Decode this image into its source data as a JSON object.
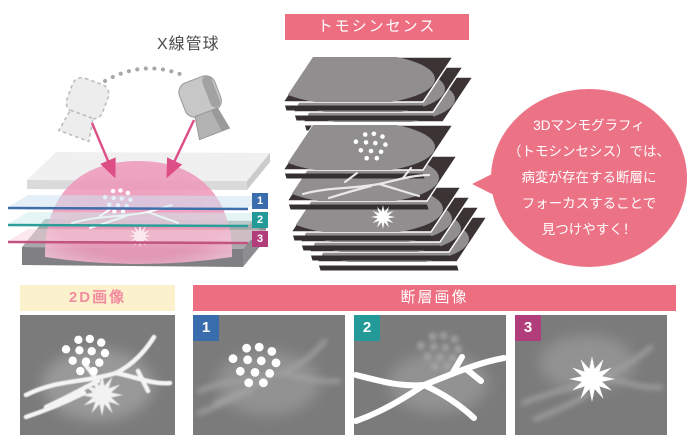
{
  "colors": {
    "banner_pink": "#ed6e81",
    "bubble_pink": "#ec7386",
    "cream_bg": "#fcf1cd",
    "cream_text": "#f28da0",
    "image_gray": "#7b7b7b",
    "slab_dark": "#3b3334",
    "chip_blue": "#3a6dad",
    "chip_teal": "#249a98",
    "chip_magenta": "#b23d7b",
    "beam_pink": "#dd4d86"
  },
  "left_diagram": {
    "tube_label": "X線管球",
    "layer_chips": [
      "1",
      "2",
      "3"
    ]
  },
  "tomo_stack": {
    "header": "トモシンセンス"
  },
  "speech_bubble": {
    "lines": [
      "3Dマンモグラフィ",
      "（トモシンセシス）では、",
      "病変が存在する断層に",
      "フォーカスすることで",
      "見つけやすく！"
    ]
  },
  "bottom": {
    "image_2d": {
      "header": "2D画像"
    },
    "slices": {
      "header": "断層画像",
      "items": [
        {
          "num": "1",
          "icon": "calcification-dots-icon"
        },
        {
          "num": "2",
          "icon": "branch-lesion-icon"
        },
        {
          "num": "3",
          "icon": "starburst-mass-icon"
        }
      ]
    }
  }
}
